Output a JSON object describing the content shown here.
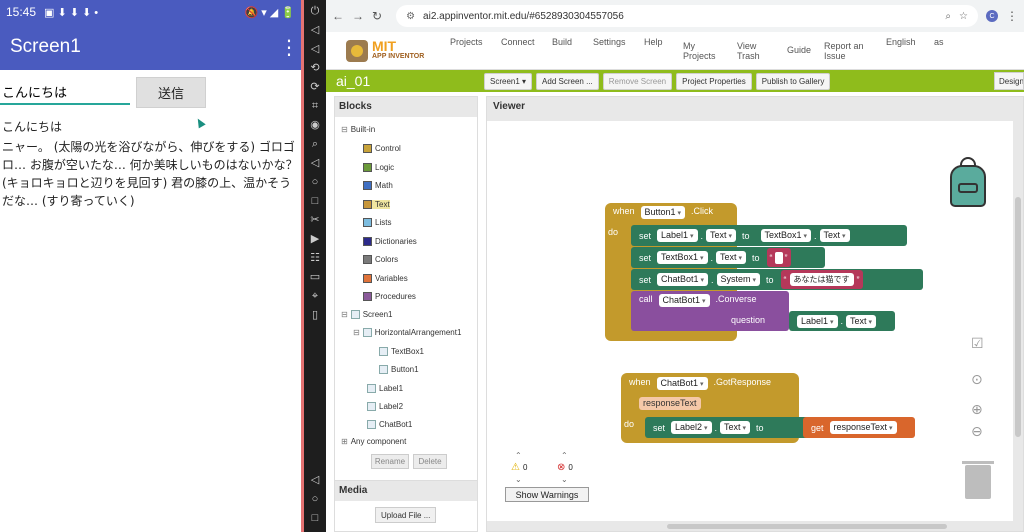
{
  "phone": {
    "status": {
      "time": "15:45",
      "icons": "▣ ⬇ ⬇ ⬇ •",
      "right_icons": "🔕 ▾ ◢ 🔋"
    },
    "app_title": "Screen1",
    "menu_icon": "⋮",
    "input_value": "こんにちは",
    "send_label": "送信",
    "label1": "こんにちは",
    "label2": "ニャー。 (太陽の光を浴びながら、伸びをする) ゴロゴロ… お腹が空いたな… 何か美味しいものはないかな？ (キョロキョロと辺りを見回す) 君の膝の上、温かそうだな… (すり寄っていく)"
  },
  "browser": {
    "url": "ai2.appinventor.mit.edu/#6528930304557056",
    "avatar": "C",
    "nav": {
      "logo_main": "MIT",
      "logo_sub": "APP INVENTOR",
      "projects": "Projects",
      "connect": "Connect",
      "build": "Build",
      "settings": "Settings",
      "help": "Help",
      "my_projects_1": "My",
      "my_projects_2": "Projects",
      "view_trash_1": "View",
      "view_trash_2": "Trash",
      "guide": "Guide",
      "report_1": "Report an",
      "report_2": "Issue",
      "language": "English",
      "user": "as"
    },
    "toolbar": {
      "project": "ai_01",
      "screen": "Screen1 ▾",
      "add_screen": "Add Screen ...",
      "remove_screen": "Remove Screen",
      "project_properties": "Project Properties",
      "publish": "Publish to Gallery",
      "designer": "Designer"
    }
  },
  "blocks_panel": {
    "title": "Blocks",
    "built_in": "Built-in",
    "items": [
      {
        "label": "Control",
        "color": "#c8a33a"
      },
      {
        "label": "Logic",
        "color": "#6b9a3a"
      },
      {
        "label": "Math",
        "color": "#3f6fc2"
      },
      {
        "label": "Text",
        "color": "#c7963a"
      },
      {
        "label": "Lists",
        "color": "#7dbde0"
      },
      {
        "label": "Dictionaries",
        "color": "#2c2a8a"
      },
      {
        "label": "Colors",
        "color": "#7a7a7a"
      },
      {
        "label": "Variables",
        "color": "#e0733a"
      },
      {
        "label": "Procedures",
        "color": "#8a5a9a"
      }
    ],
    "screen": "Screen1",
    "arrangement": "HorizontalArrangement1",
    "textbox": "TextBox1",
    "button": "Button1",
    "label1": "Label1",
    "label2": "Label2",
    "chatbot": "ChatBot1",
    "any": "Any component",
    "rename": "Rename",
    "delete": "Delete"
  },
  "media": {
    "title": "Media",
    "upload": "Upload File ..."
  },
  "viewer": {
    "title": "Viewer",
    "event1": {
      "when": "when",
      "component": "Button1",
      "event": ".Click",
      "do": "do",
      "set": "set",
      "to": "to",
      "prop_text": "Text",
      "prop_system": "System",
      "label1": "Label1",
      "textbox1": "TextBox1",
      "chatbot1": "ChatBot1",
      "quote_open": "“",
      "quote_close": "”",
      "system_value": "あなたは猫です",
      "call": "call",
      "converse": ".Converse",
      "question": "question"
    },
    "event2": {
      "when": "when",
      "component": "ChatBot1",
      "event": ".GotResponse",
      "param": "responseText",
      "do": "do",
      "set": "set",
      "label2": "Label2",
      "prop_text": "Text",
      "to": "to",
      "get": "get",
      "get_value": "responseText"
    },
    "warnings": {
      "warn_count": "0",
      "error_count": "0",
      "button": "Show Warnings"
    }
  },
  "colors": {
    "event": "#c39a2c",
    "set": "#2e7a5a",
    "text": "#b5385a",
    "call": "#8a4f9e",
    "get": "#d9662c",
    "green_bar": "#8fbc1c"
  }
}
